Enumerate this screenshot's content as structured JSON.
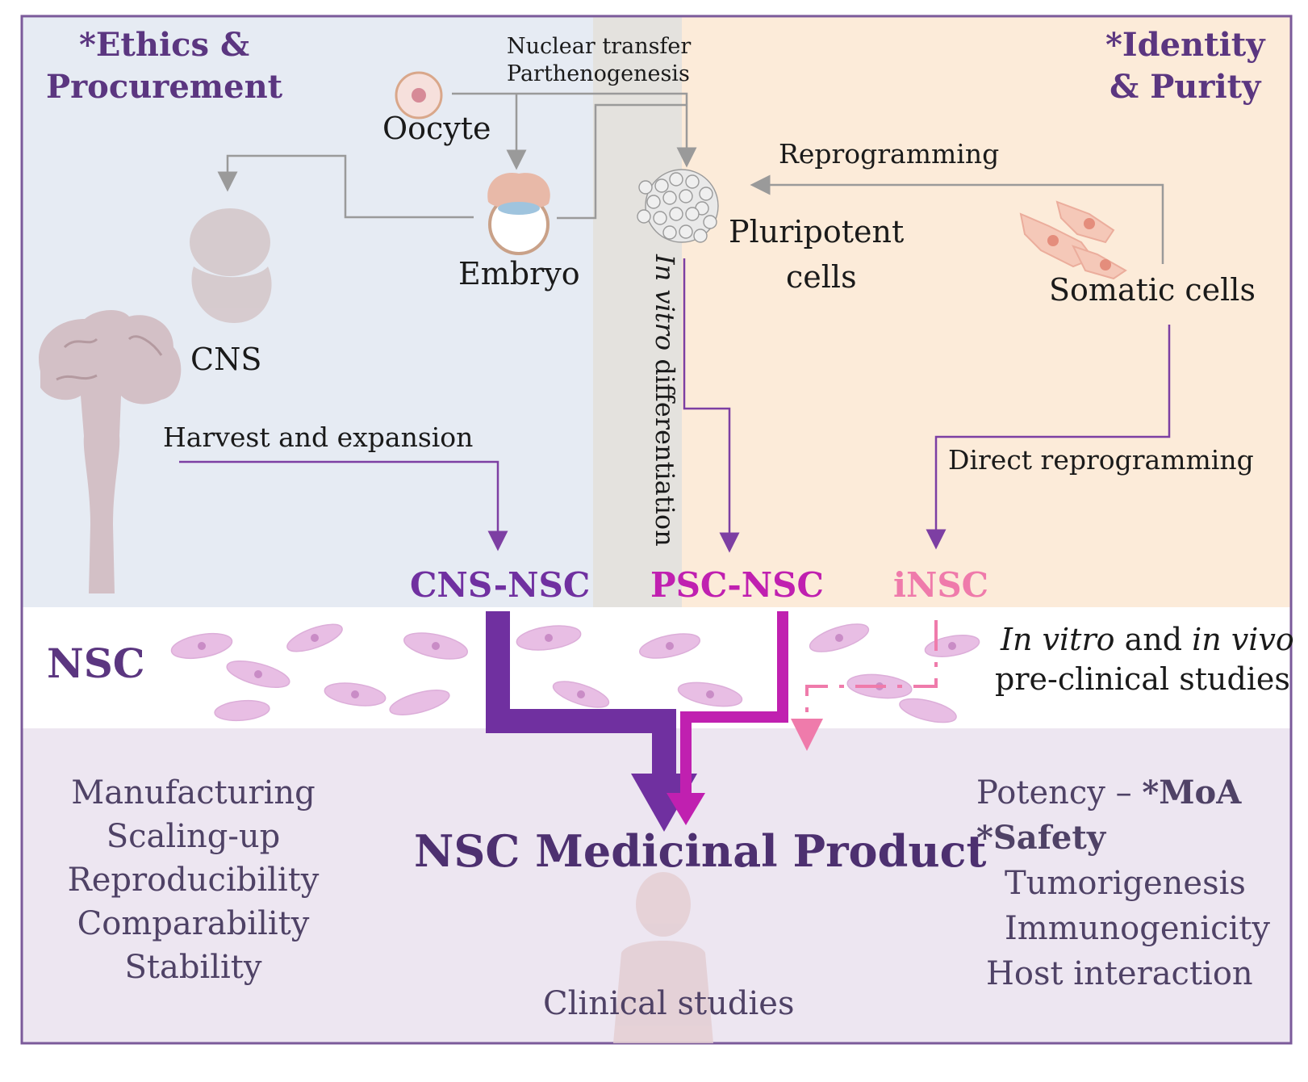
{
  "corners": {
    "ethics": "*Ethics &\nProcurement",
    "identity": "*Identity\n& Purity"
  },
  "sources": {
    "oocyte": "Oocyte",
    "nuclear_transfer": "Nuclear transfer",
    "parthenogenesis": "Parthenogenesis",
    "embryo": "Embryo",
    "pluripotent_line1": "Pluripotent",
    "pluripotent_line2": "cells",
    "reprogramming": "Reprogramming",
    "somatic": "Somatic cells",
    "cns": "CNS"
  },
  "routes": {
    "harvest": "Harvest and expansion",
    "in_vitro_italic": "In vitro",
    "differentiation": " differentiation",
    "direct_reprogramming": "Direct reprogramming"
  },
  "nsc_types": {
    "cns_nsc": "CNS-NSC",
    "psc_nsc": "PSC-NSC",
    "insc": "iNSC"
  },
  "band": {
    "nsc": "NSC",
    "in_vitro": "In vitro",
    "and": " and ",
    "in_vivo": "in vivo",
    "preclinical": "pre-clinical studies"
  },
  "product": {
    "title": "NSC Medicinal Product",
    "clinical": "Clinical studies"
  },
  "left_list": [
    "Manufacturing",
    "Scaling-up",
    "Reproducibility",
    "Comparability",
    "Stability"
  ],
  "right_list": {
    "potency": "Potency – ",
    "moa": "*MoA",
    "safety": "*Safety",
    "items": [
      "Tumorigenesis",
      "Immunogenicity",
      "Host interaction"
    ]
  },
  "colors": {
    "left_bg": "#e6ebf3",
    "right_bg": "#fcebd9",
    "mid_bg": "#e4e2de",
    "bottom_bg": "#ede6f1",
    "frame": "#7b5a9a",
    "cns_purple": "#7030a0",
    "psc_magenta": "#c020b0",
    "insc_pink": "#ef7bab",
    "thin_purple": "#7d3fa3",
    "grey_arrow": "#9a9a9a"
  }
}
